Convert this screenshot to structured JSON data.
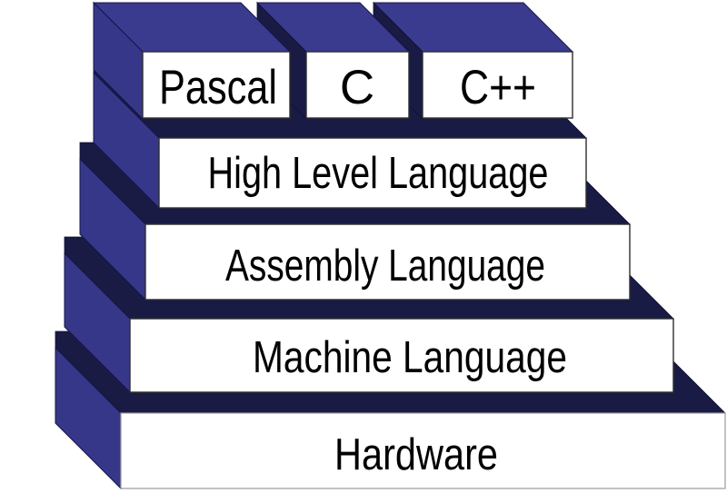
{
  "diagram": {
    "description": "3D stepped pyramid of programming language abstraction levels",
    "blocks": [
      {
        "id": "pascal",
        "label": "Pascal"
      },
      {
        "id": "c",
        "label": "C"
      },
      {
        "id": "cpp",
        "label": "C++"
      }
    ],
    "layers": [
      {
        "id": "high-level",
        "label": "High Level Language"
      },
      {
        "id": "assembly",
        "label": "Assembly Language"
      },
      {
        "id": "machine",
        "label": "Machine Language"
      },
      {
        "id": "hardware",
        "label": "Hardware"
      }
    ],
    "colors": {
      "face_front": "#ffffff",
      "face_lit": "#3a3b8e",
      "face_side": "#37378a",
      "face_shadow": "#191b45",
      "text": "#000000",
      "background": "#ffffff"
    }
  }
}
